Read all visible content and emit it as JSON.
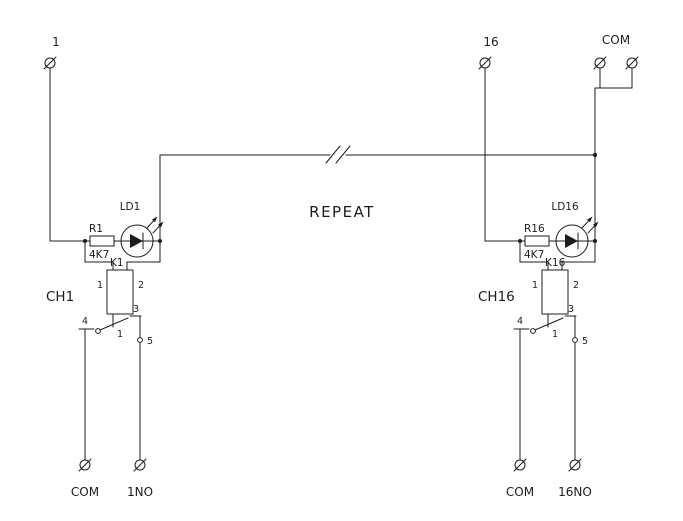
{
  "diagram": {
    "repeat_label": "REPEAT",
    "com_top_label": "COM"
  },
  "ch1": {
    "terminal_label": "1",
    "led_label": "LD1",
    "resistor_label": "R1",
    "resistor_value": "4K7",
    "relay_label": "K1",
    "coil_pin_left": "1",
    "coil_pin_right": "2",
    "channel_label": "CH1",
    "pin4": "4",
    "pin1": "1",
    "pin3": "3",
    "pin5": "5",
    "terminal_com": "COM",
    "terminal_no": "1NO"
  },
  "ch16": {
    "terminal_label": "16",
    "led_label": "LD16",
    "resistor_label": "R16",
    "resistor_value": "4K7",
    "relay_label": "K16",
    "coil_pin_left": "1",
    "coil_pin_right": "2",
    "channel_label": "CH16",
    "pin4": "4",
    "pin1": "1",
    "pin3": "3",
    "pin5": "5",
    "terminal_com": "COM",
    "terminal_no": "16NO"
  }
}
